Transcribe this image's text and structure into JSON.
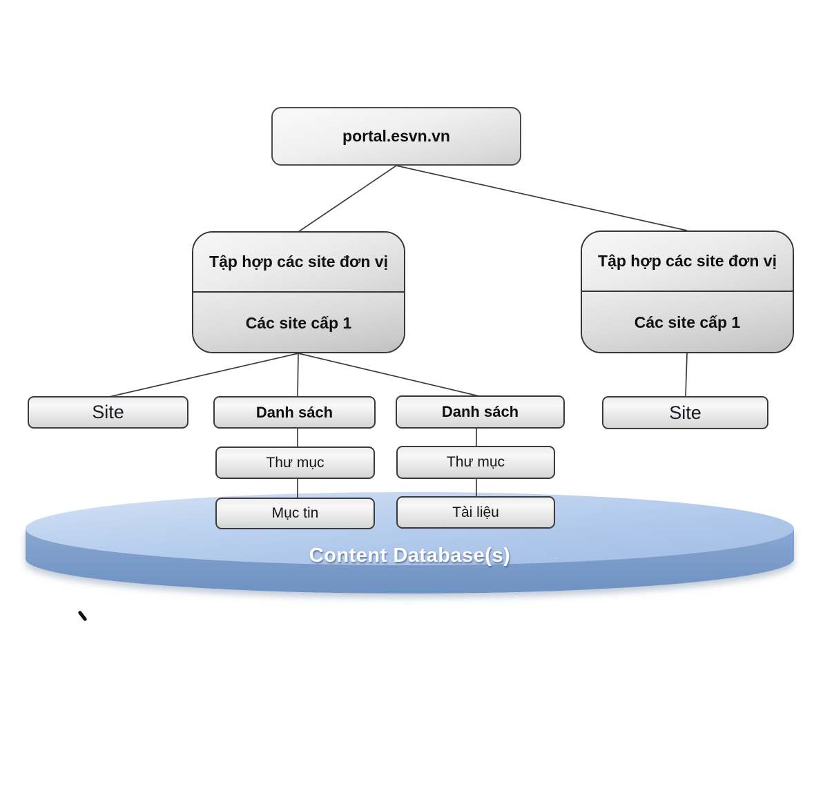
{
  "diagram": {
    "root": {
      "label": "portal.esvn.vn"
    },
    "collections": [
      {
        "title": "Tập hợp các site đơn vị",
        "subtitle": "Các site cấp 1"
      },
      {
        "title": "Tập hợp các site đơn vị",
        "subtitle": "Các site cấp 1"
      }
    ],
    "level1": [
      {
        "label": "Site"
      },
      {
        "label": "Danh sách"
      },
      {
        "label": "Danh sách"
      },
      {
        "label": "Site"
      }
    ],
    "level2": [
      {
        "label": "Thư mục"
      },
      {
        "label": "Thư mục"
      }
    ],
    "level3": [
      {
        "label": "Mục tin"
      },
      {
        "label": "Tài liệu"
      }
    ],
    "database": {
      "label": "Content Database(s)"
    },
    "stray_mark": "`"
  },
  "colors": {
    "box_border": "#3a3a3a",
    "connector_line": "#3d3d3d",
    "cylinder_top": "#b6cdec",
    "cylinder_side": "#7b9cc8",
    "database_text": "#ffffff"
  }
}
